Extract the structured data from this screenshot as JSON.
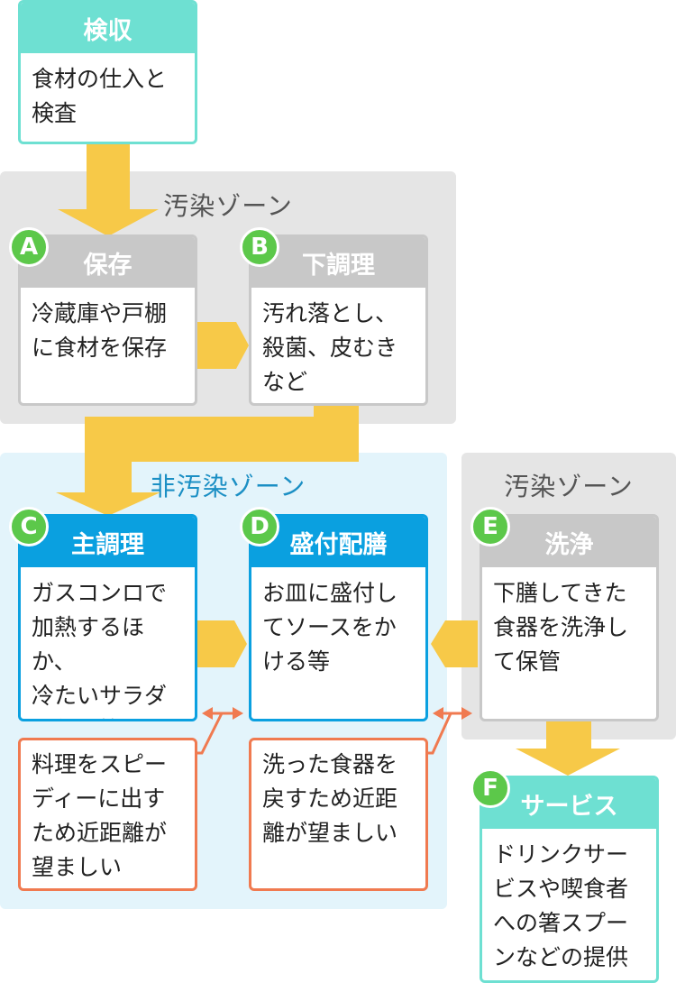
{
  "colors": {
    "arrow_yellow": "#f7c948",
    "zone_gray": "#e5e5e5",
    "zone_blue": "#e3f4fb",
    "teal": "#6ee0d2",
    "gray_header": "#c8c8c8",
    "blue_header": "#0aa0e0",
    "note_border": "#f07a50",
    "badge_green": "#5cc84a"
  },
  "zones": {
    "top_contaminated": "汚染ゾーン",
    "non_contaminated": "非汚染ゾーン",
    "right_contaminated": "汚染ゾーン"
  },
  "steps": {
    "inspection": {
      "title": "検収",
      "body": "食材の仕入と\n検査"
    },
    "a": {
      "badge": "A",
      "title": "保存",
      "body": "冷蔵庫や戸棚\nに食材を保存"
    },
    "b": {
      "badge": "B",
      "title": "下調理",
      "body": "汚れ落とし、\n殺菌、皮むき\nなど"
    },
    "c": {
      "badge": "C",
      "title": "主調理",
      "body": "ガスコンロで\n加熱するほか、\n冷たいサラダ\nを作る等"
    },
    "d": {
      "badge": "D",
      "title": "盛付配膳",
      "body": "お皿に盛付し\nてソースをか\nける等"
    },
    "e": {
      "badge": "E",
      "title": "洗浄",
      "body": "下膳してきた\n食器を洗浄し\nて保管"
    },
    "f": {
      "badge": "F",
      "title": "サービス",
      "body": "ドリンクサー\nビスや喫食者\nへの箸スプー\nンなどの提供"
    }
  },
  "notes": {
    "cd": "料理をスピー\nディーに出す\nため近距離が\n望ましい",
    "de": "洗った食器を\n戻すため近距\n離が望ましい"
  }
}
